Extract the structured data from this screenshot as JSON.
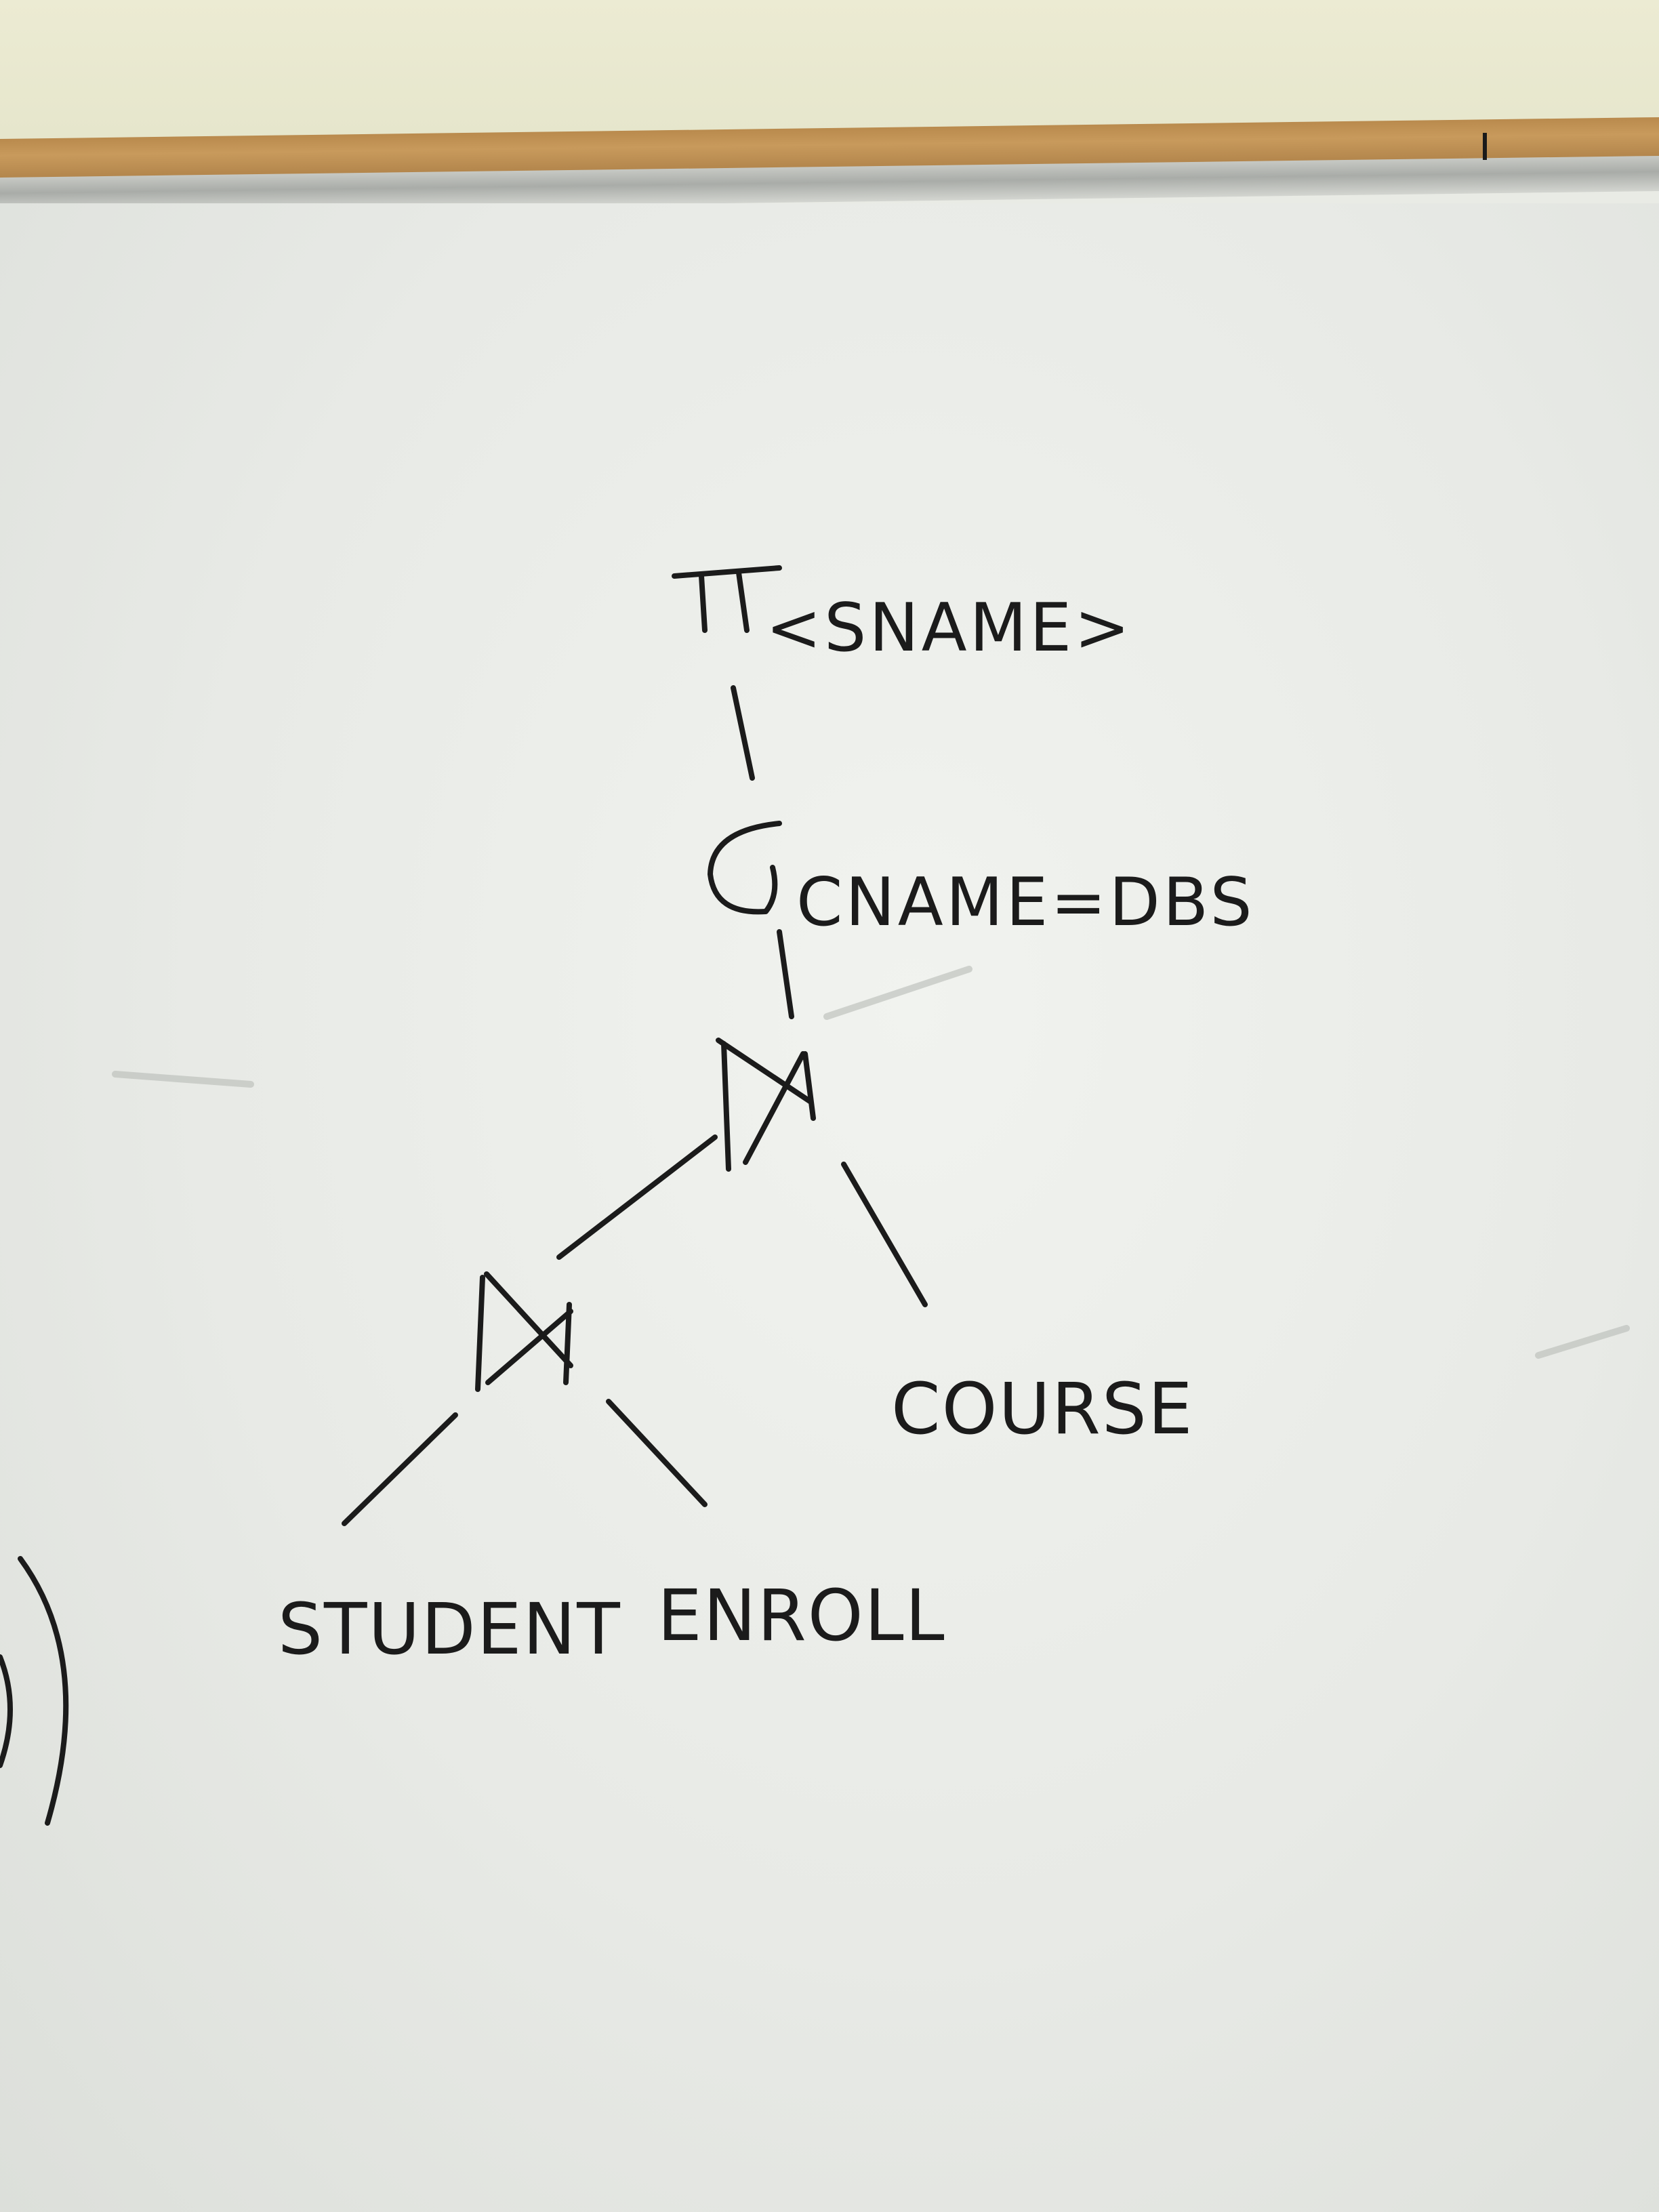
{
  "tree": {
    "projection": {
      "symbol": "π",
      "attribute": "<SNAME>"
    },
    "selection": {
      "symbol": "σ",
      "condition": "CNAME=DBS"
    },
    "join_top": {
      "symbol": "⋈"
    },
    "join_left": {
      "symbol": "⋈"
    },
    "leaves": {
      "course": "COURSE",
      "student": "STUDENT",
      "enroll": "ENROLL"
    }
  },
  "colors": {
    "ink": "#1b1b1b",
    "board": "#e9ebe5",
    "cork": "#c89a5c",
    "rail": "#b5b8b3"
  }
}
